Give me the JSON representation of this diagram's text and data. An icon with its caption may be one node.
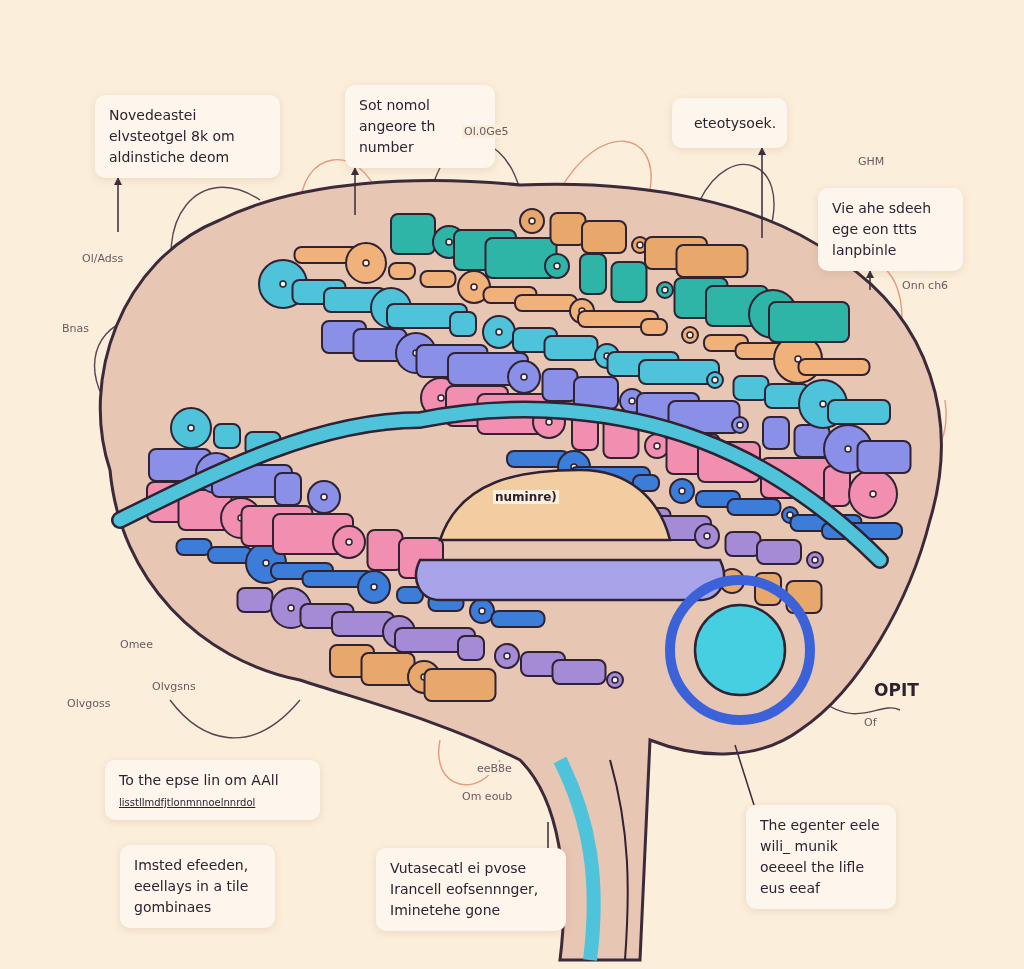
{
  "diagram": {
    "nodes": [
      {
        "text": [
          "Novedeastei elvsteotgel 8k om aldinstiche deom"
        ]
      },
      {
        "text": [
          "Sot nomol angeore th number"
        ]
      },
      {
        "text": [
          "eteotysoek."
        ]
      },
      {
        "text": [
          "Vie ahe sdeeh ege eon ttts lanpbinle"
        ]
      },
      {
        "text": [
          "To the epse lin om AAll",
          "lisstllmdfjtlonmnnoelnnrdol"
        ]
      },
      {
        "text": [
          "Imsted efeeden, eeellays in a tile gombinaes"
        ]
      },
      {
        "text": [
          "Vutasecatl ei pvose Irancell eofsennnger, Iminetehe gone"
        ]
      },
      {
        "text": [
          "The egenter eele wili_ munik oeeeel the lifle eus eeaf"
        ]
      }
    ],
    "edges": [
      {
        "from": null,
        "to": 0,
        "arrow": "to"
      },
      {
        "from": null,
        "to": 1,
        "arrow": "to"
      },
      {
        "from": null,
        "to": 2,
        "arrow": "to"
      },
      {
        "from": null,
        "to": 3,
        "arrow": "to"
      },
      {
        "from": null,
        "to": 7,
        "arrow": "none"
      },
      {
        "from": null,
        "to": 6,
        "arrow": "none"
      }
    ],
    "labels": [
      "Ol.0Ge5",
      "GHM",
      "Ol/Adss",
      "Bnas",
      "Onn ch6",
      "numinre)",
      "Omee",
      "Olvgoss",
      "Olvgsns",
      "OPIT",
      "Of",
      "eeB8e",
      "Om eoub"
    ]
  }
}
